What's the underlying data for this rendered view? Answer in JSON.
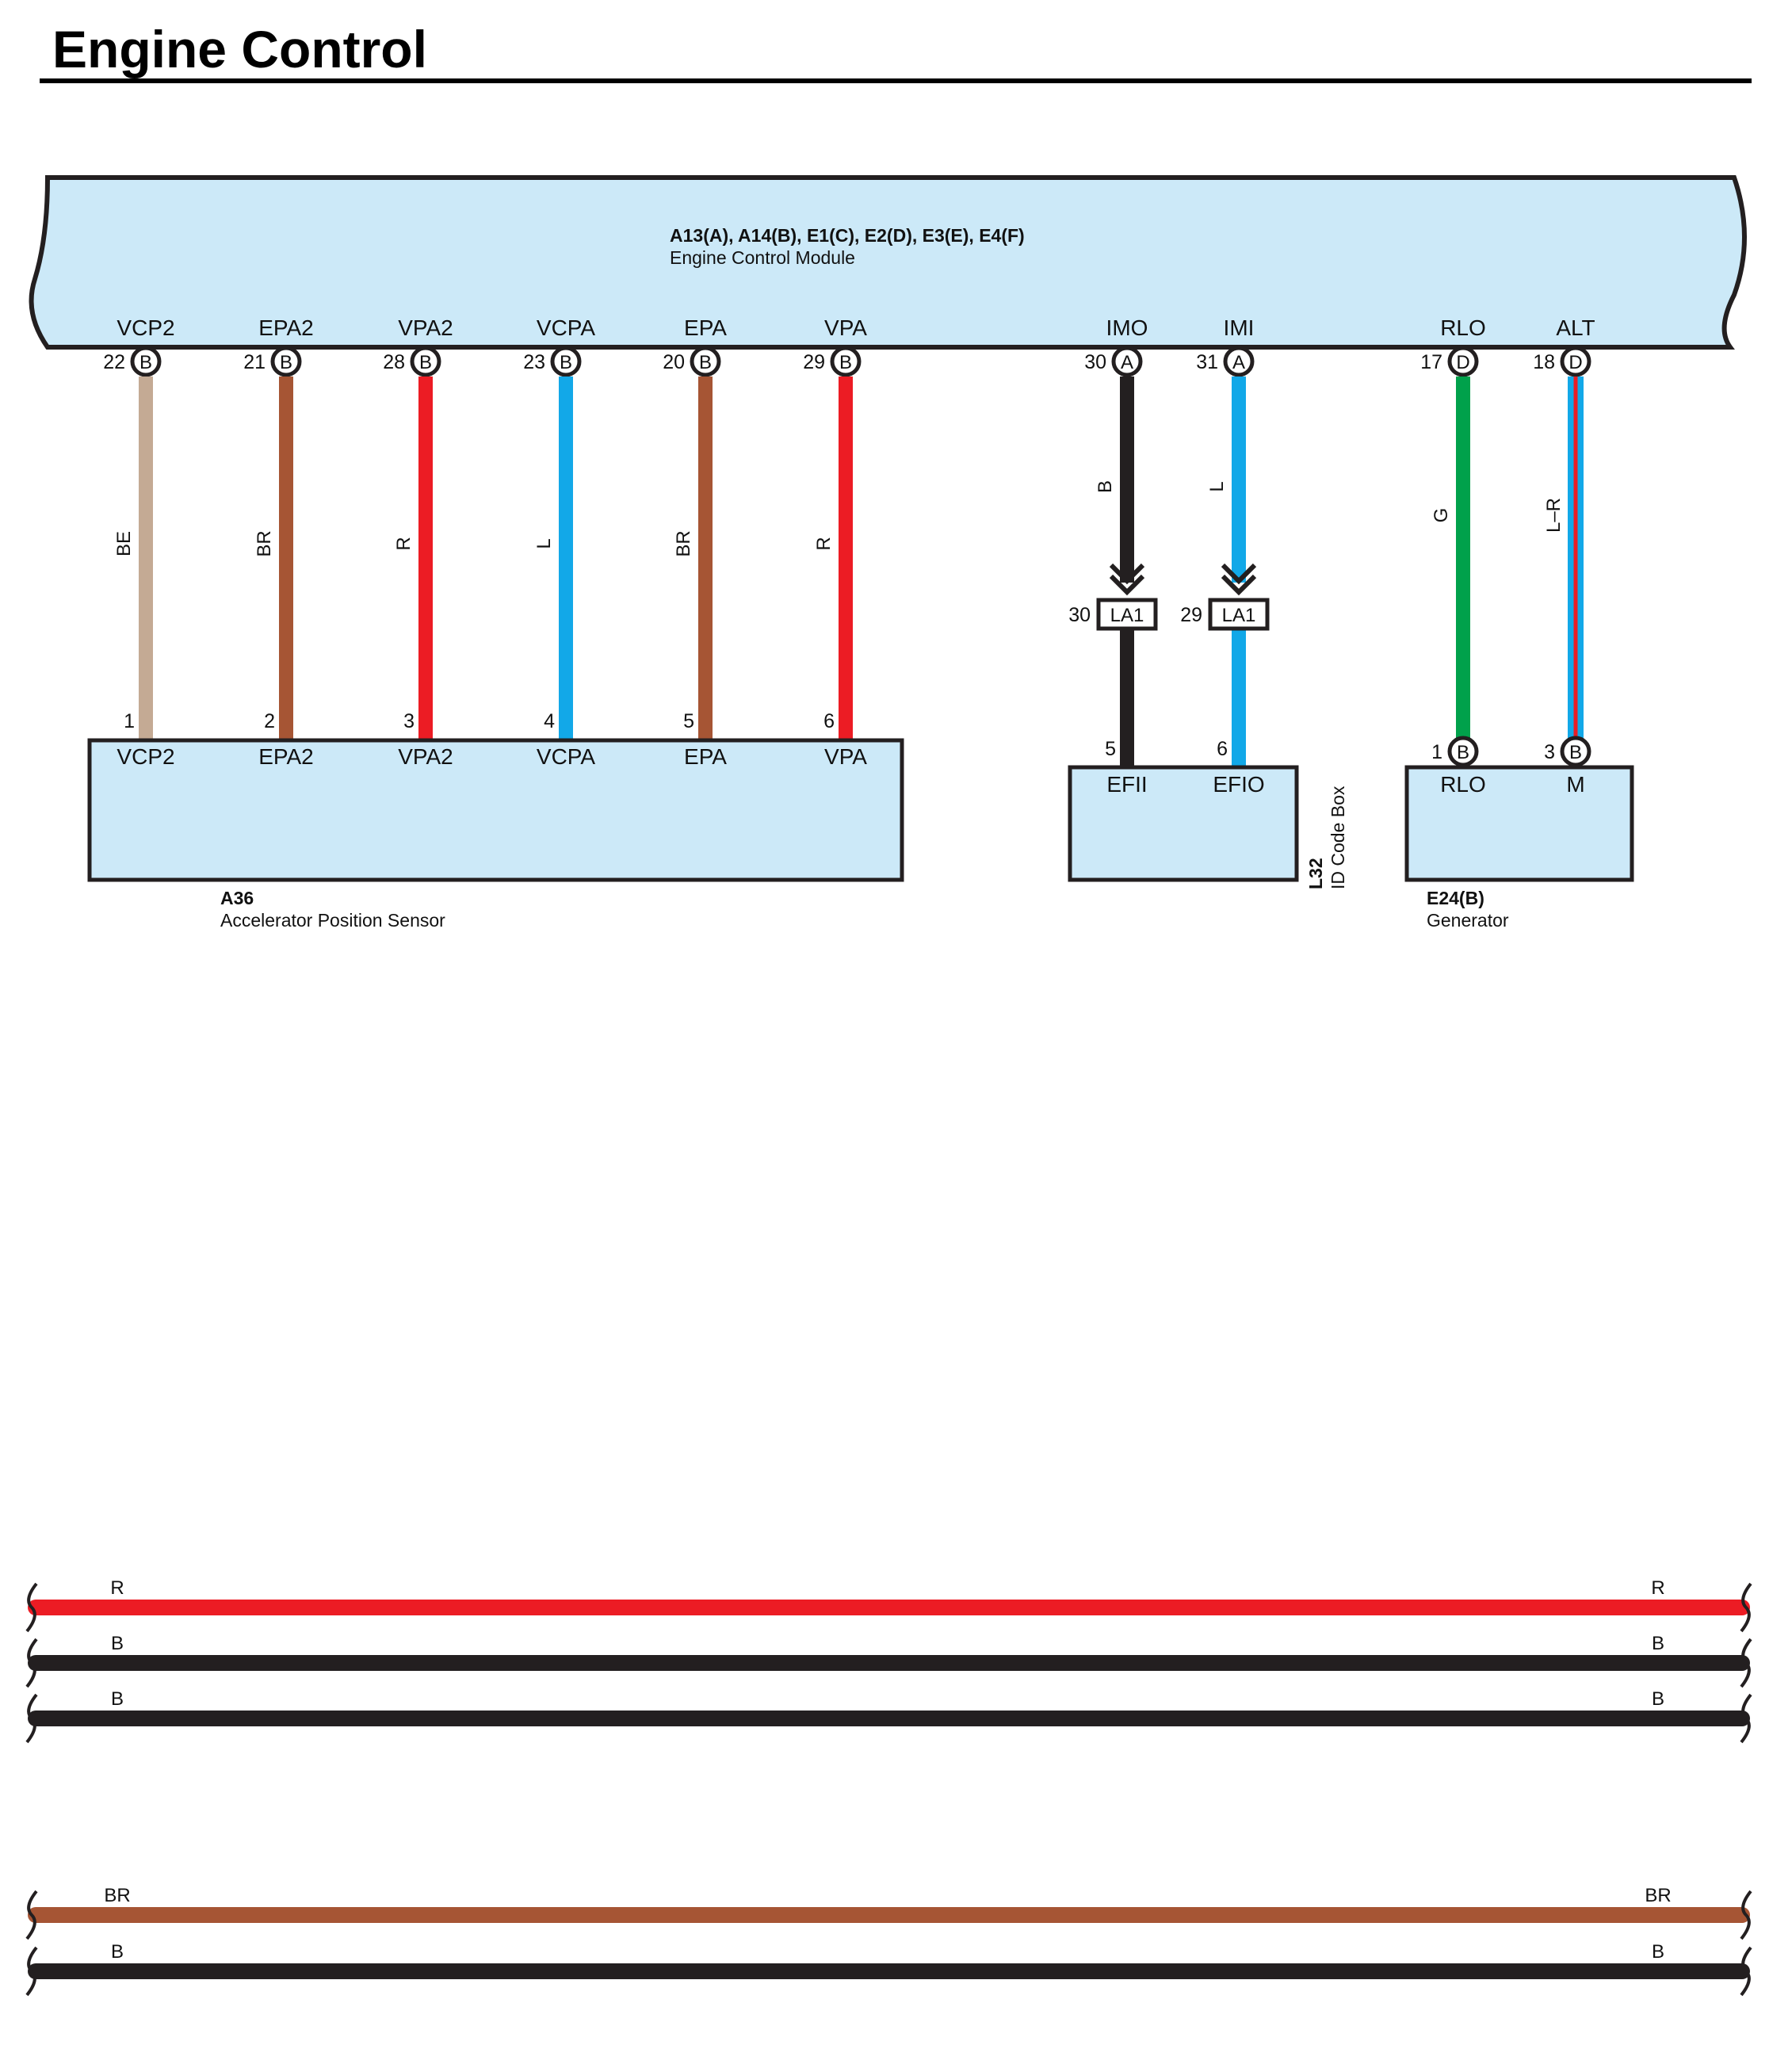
{
  "title": "Engine Control",
  "colors": {
    "box_fill": "#cce9f8",
    "outline": "#231f20",
    "BE": "#c4aa94",
    "BR": "#a65534",
    "R": "#ec1c24",
    "L": "#12a8e8",
    "B": "#231f20",
    "G": "#00a14b"
  },
  "ecm": {
    "codes": "A13(A), A14(B), E1(C), E2(D), E3(E), E4(F)",
    "name": "Engine Control Module",
    "pins": [
      {
        "label": "VCP2",
        "num": "22",
        "term": "B",
        "wire_code": "BE"
      },
      {
        "label": "EPA2",
        "num": "21",
        "term": "B",
        "wire_code": "BR"
      },
      {
        "label": "VPA2",
        "num": "28",
        "term": "B",
        "wire_code": "R"
      },
      {
        "label": "VCPA",
        "num": "23",
        "term": "B",
        "wire_code": "L"
      },
      {
        "label": "EPA",
        "num": "20",
        "term": "B",
        "wire_code": "BR"
      },
      {
        "label": "VPA",
        "num": "29",
        "term": "B",
        "wire_code": "R"
      },
      {
        "label": "IMO",
        "num": "30",
        "term": "A",
        "wire_code": "B"
      },
      {
        "label": "IMI",
        "num": "31",
        "term": "A",
        "wire_code": "L"
      },
      {
        "label": "RLO",
        "num": "17",
        "term": "D",
        "wire_code": "G"
      },
      {
        "label": "ALT",
        "num": "18",
        "term": "D",
        "wire_code": "L–R"
      }
    ]
  },
  "accel_sensor": {
    "id": "A36",
    "name": "Accelerator Position Sensor",
    "pins": [
      {
        "label": "VCP2",
        "num": "1"
      },
      {
        "label": "EPA2",
        "num": "2"
      },
      {
        "label": "VPA2",
        "num": "3"
      },
      {
        "label": "VCPA",
        "num": "4"
      },
      {
        "label": "EPA",
        "num": "5"
      },
      {
        "label": "VPA",
        "num": "6"
      }
    ]
  },
  "junction": {
    "label": "LA1",
    "pins": [
      {
        "num": "30",
        "wire_code_below": "B"
      },
      {
        "num": "29",
        "wire_code_below": "L"
      }
    ]
  },
  "id_code_box": {
    "id": "L32",
    "name": "ID Code Box",
    "pins": [
      {
        "label": "EFII",
        "num": "5"
      },
      {
        "label": "EFIO",
        "num": "6"
      }
    ]
  },
  "generator": {
    "id": "E24(B)",
    "name": "Generator",
    "pins": [
      {
        "label": "RLO",
        "num": "1",
        "term": "B"
      },
      {
        "label": "M",
        "num": "3",
        "term": "B"
      }
    ]
  },
  "strip_group_1": [
    {
      "code_left": "R",
      "code_right": "R"
    },
    {
      "code_left": "B",
      "code_right": "B"
    },
    {
      "code_left": "B",
      "code_right": "B"
    }
  ],
  "strip_group_2": [
    {
      "code_left": "BR",
      "code_right": "BR"
    },
    {
      "code_left": "B",
      "code_right": "B"
    }
  ]
}
